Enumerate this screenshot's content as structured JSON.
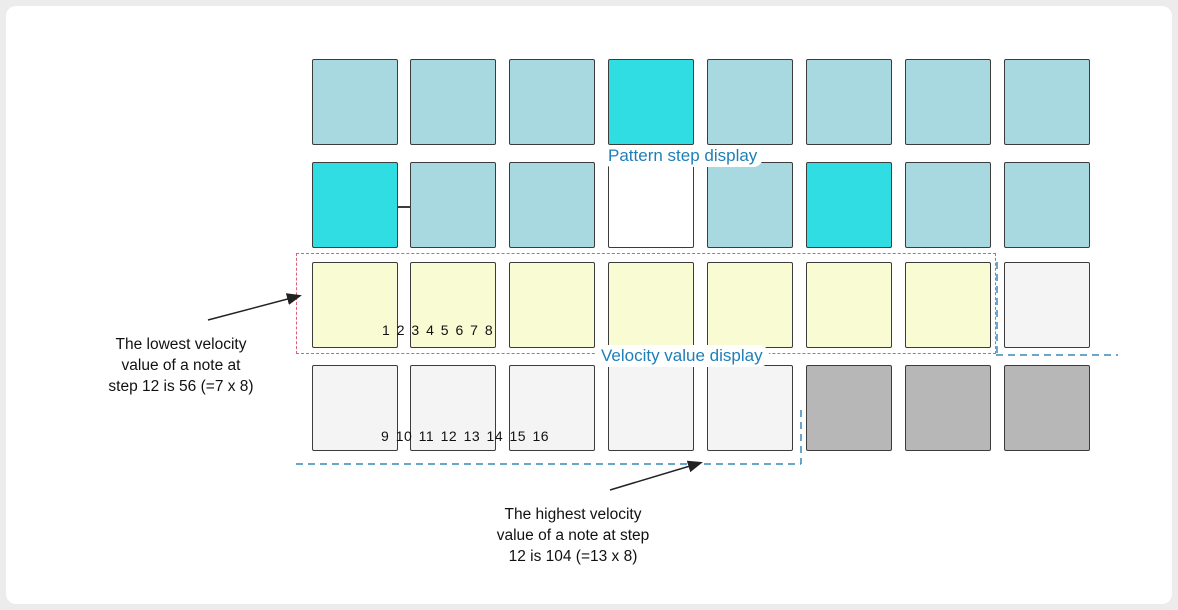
{
  "labels": {
    "pattern_step_display": "Pattern step display",
    "velocity_value_display": "Velocity value display"
  },
  "captions": {
    "lowest": [
      "The lowest velocity",
      "value of a note at",
      "step 12 is 56 (=7 x 8)"
    ],
    "highest": [
      "The highest velocity",
      "value of a note at step",
      "12 is 104 (=13 x 8)"
    ]
  },
  "step_numbers": {
    "row_top": [
      "1",
      "2",
      "3",
      "4",
      "5",
      "6",
      "7",
      "8"
    ],
    "row_bottom": [
      "9",
      "10",
      "11",
      "12",
      "13",
      "14",
      "15",
      "16"
    ]
  },
  "grid": {
    "rows": [
      [
        "blue",
        "blue",
        "blue",
        "cyan",
        "blue",
        "blue",
        "blue",
        "blue"
      ],
      [
        "cyan",
        "blue",
        "blue",
        "white",
        "blue",
        "cyan",
        "blue",
        "blue"
      ],
      [
        "yellow",
        "yellow",
        "yellow",
        "yellow",
        "yellow",
        "yellow",
        "yellow",
        "light"
      ],
      [
        "light",
        "light",
        "light",
        "light",
        "light",
        "grey",
        "grey",
        "grey"
      ]
    ]
  },
  "colors": {
    "blue": "#a8d8e0",
    "cyan": "#2fdde3",
    "yellow": "#f9fbd3",
    "light": "#f4f4f4",
    "grey": "#b7b7b7",
    "label_blue": "#1e7fb8",
    "dash_red": "#e06070",
    "dash_blue": "#3a87b8"
  }
}
